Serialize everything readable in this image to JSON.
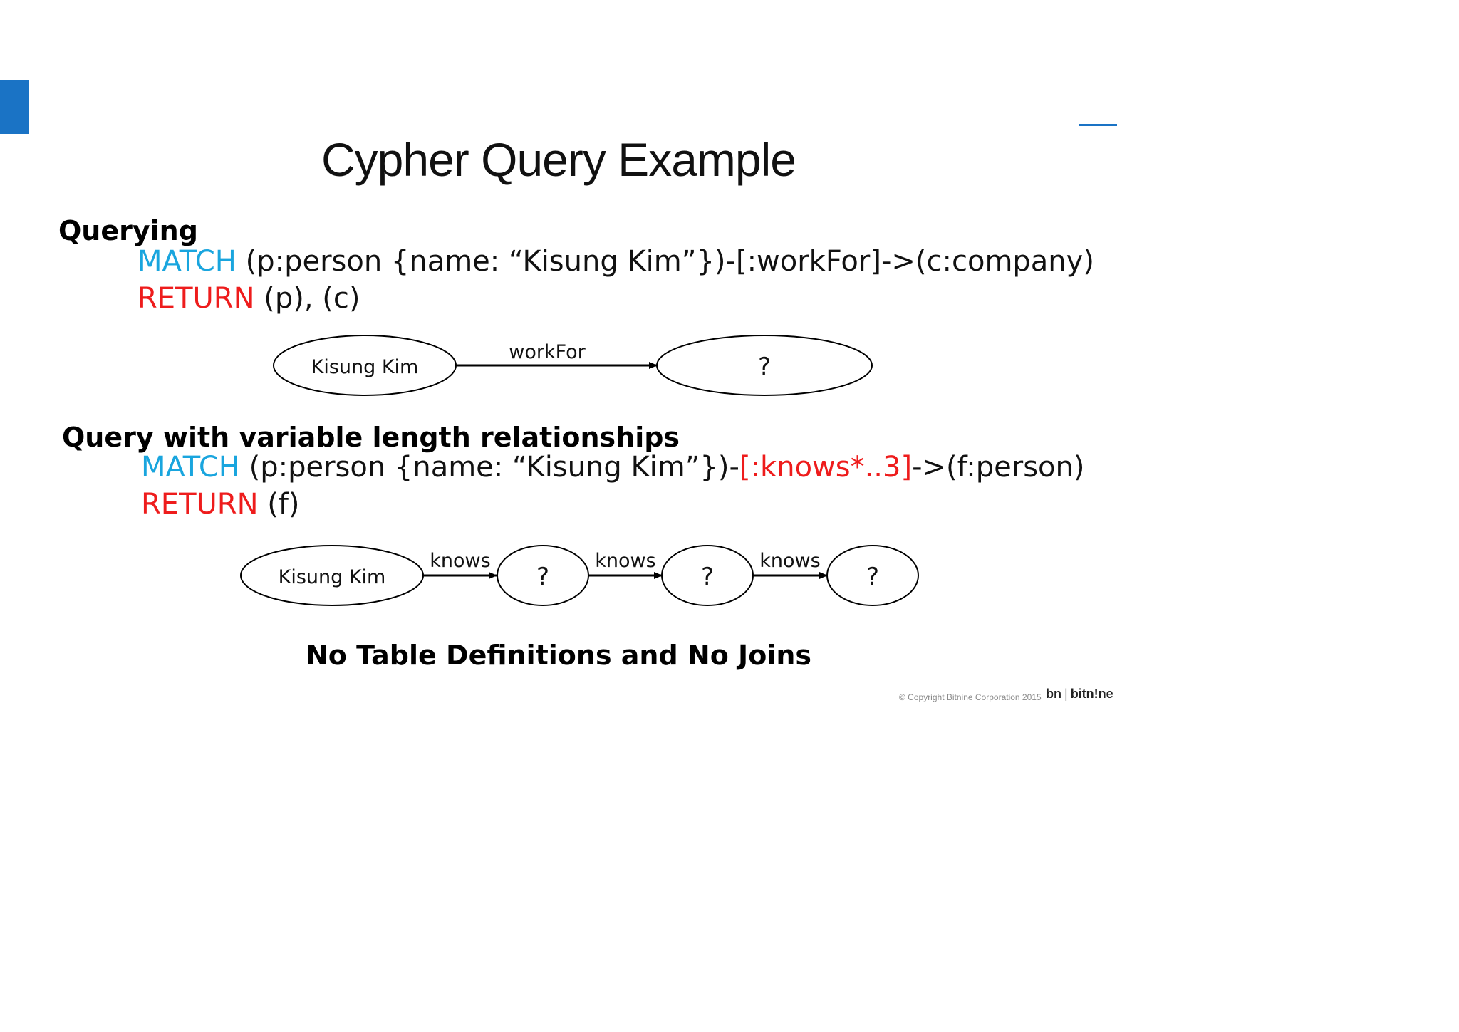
{
  "slide": {
    "title": "Cypher Query Example",
    "section1": {
      "heading": "Querying",
      "line1": {
        "keyword": "MATCH",
        "rest": " (p:person {name: “Kisung Kim”})-[:workFor]->(c:company)"
      },
      "line2": {
        "keyword": "RETURN",
        "rest": " (p), (c)"
      }
    },
    "diagram1": {
      "source_node": "Kisung Kim",
      "edge_label": "workFor",
      "target_node": "?"
    },
    "section2": {
      "heading": "Query with variable length relationships",
      "line1": {
        "keyword": "MATCH",
        "pre": " (p:person {name: “Kisung Kim”})-",
        "highlight": "[:knows*..3]",
        "post": "->(f:person)"
      },
      "line2": {
        "keyword": "RETURN",
        "rest": " (f)"
      }
    },
    "diagram2": {
      "source_node": "Kisung Kim",
      "edges": [
        "knows",
        "knows",
        "knows"
      ],
      "nodes": [
        "?",
        "?",
        "?"
      ]
    },
    "footer_note": "No Table Definitions and No Joins",
    "copyright": "© Copyright Bitnine Corporation 2015",
    "logo": {
      "mark": "bn",
      "text": "bitn!ne"
    }
  },
  "colors": {
    "accent": "#1a73c5",
    "keyword_blue": "#19a5de",
    "keyword_red": "#ee1c1c"
  }
}
